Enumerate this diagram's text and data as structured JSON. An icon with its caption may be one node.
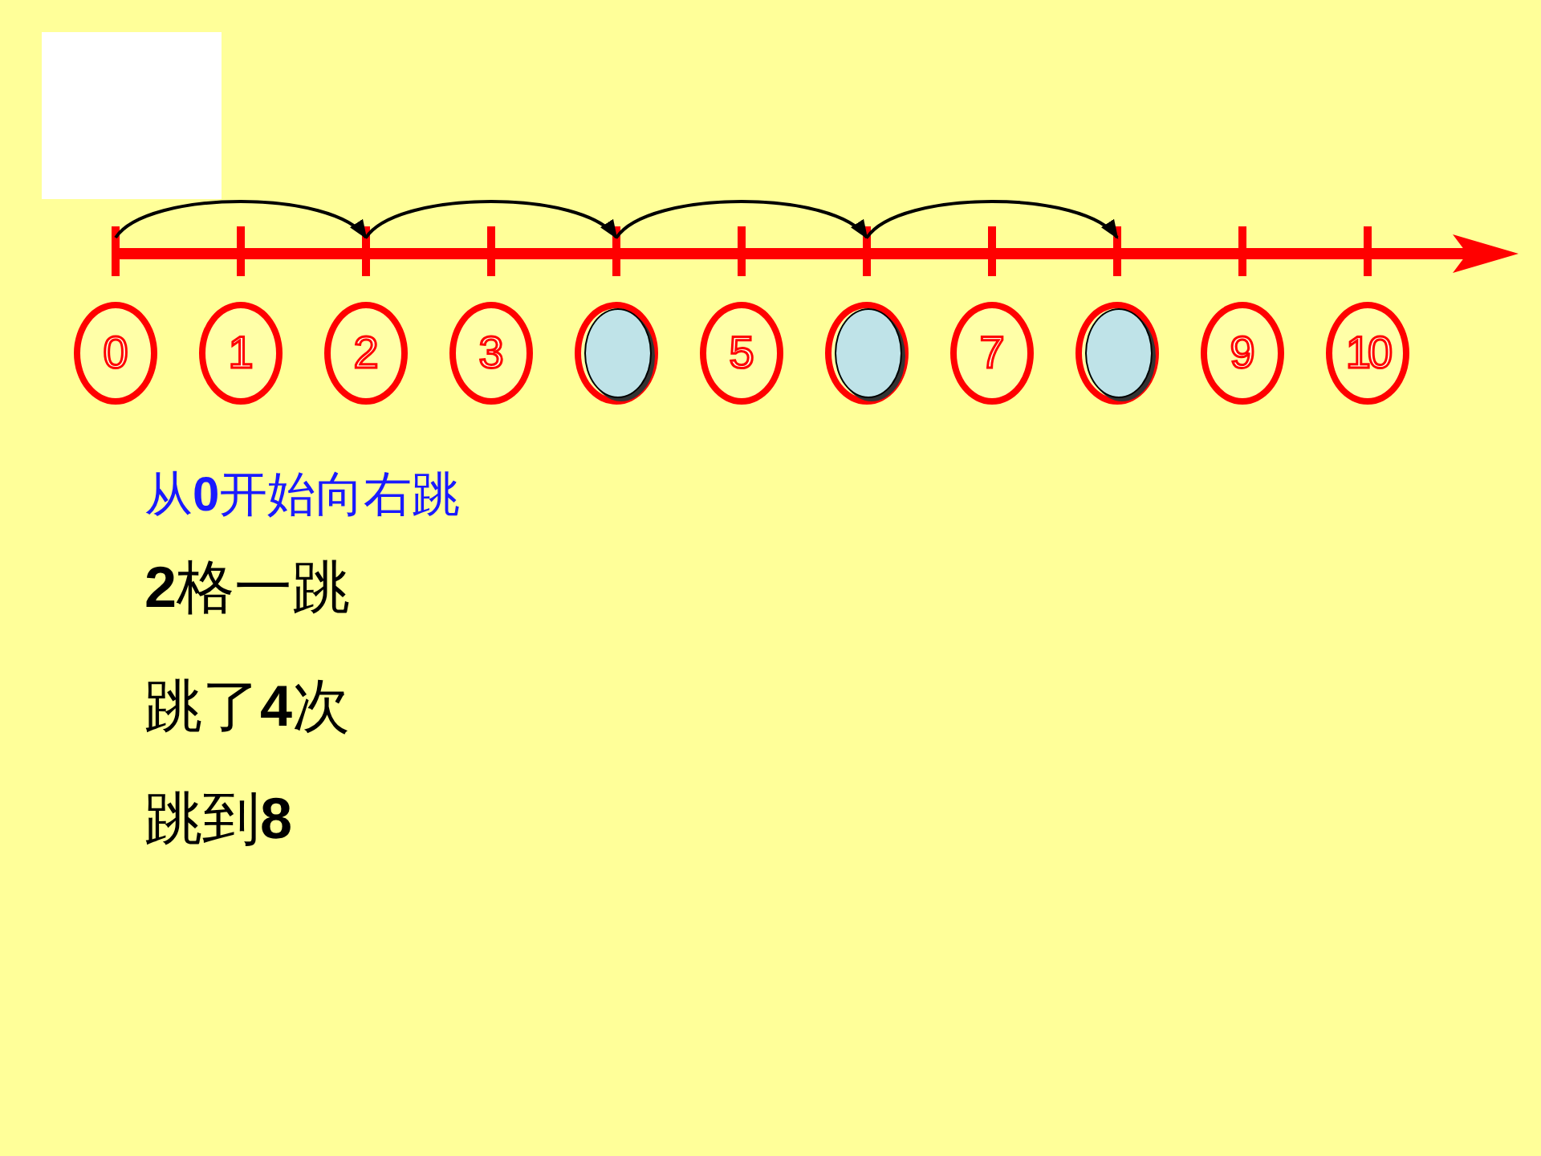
{
  "diagram": {
    "nodes": [
      {
        "text": [
          "0"
        ]
      },
      {
        "text": [
          "1"
        ]
      },
      {
        "text": [
          "2"
        ]
      },
      {
        "text": [
          "3"
        ]
      },
      {
        "text": [],
        "shape": "circle"
      },
      {
        "text": [
          "5"
        ]
      },
      {
        "text": [],
        "shape": "circle"
      },
      {
        "text": [
          "7"
        ]
      },
      {
        "text": [],
        "shape": "circle"
      },
      {
        "text": [
          "9"
        ]
      },
      {
        "text": [
          "10"
        ]
      }
    ],
    "edges": [
      {
        "from": 0,
        "to": 2,
        "arrow": "to"
      },
      {
        "from": 2,
        "to": 4,
        "arrow": "to"
      },
      {
        "from": 4,
        "to": 6,
        "arrow": "to"
      },
      {
        "from": 6,
        "to": 8,
        "arrow": "to"
      }
    ],
    "labels": [
      "从**0**开始向右跳",
      "**2**格一跳",
      "跳了**4**次",
      "跳到**8**"
    ]
  }
}
